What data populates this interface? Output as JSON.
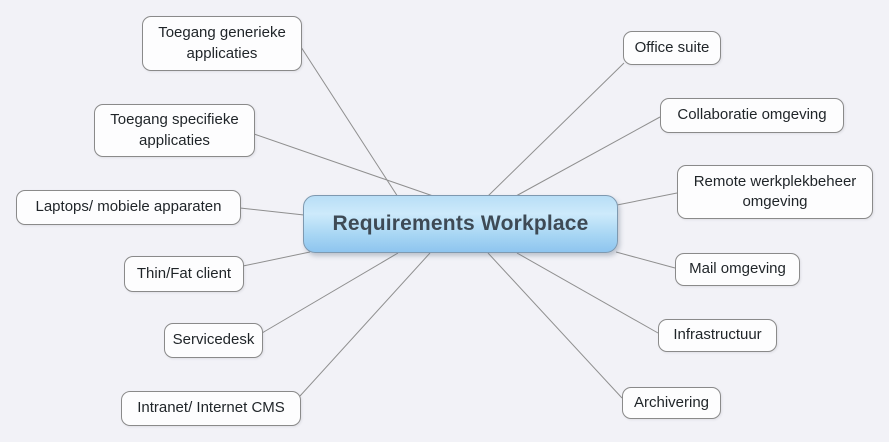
{
  "diagram": {
    "type": "mindmap",
    "central": {
      "id": "requirements-workplace",
      "label": "Requirements Workplace"
    },
    "nodes": [
      {
        "id": "toegang-generieke-applicaties",
        "side": "left",
        "label": "Toegang generieke\napplicaties"
      },
      {
        "id": "toegang-specifieke-applicaties",
        "side": "left",
        "label": "Toegang specifieke\napplicaties"
      },
      {
        "id": "laptops-mobiele-apparaten",
        "side": "left",
        "label": "Laptops/ mobiele apparaten"
      },
      {
        "id": "thin-fat-client",
        "side": "left",
        "label": "Thin/Fat client"
      },
      {
        "id": "servicedesk",
        "side": "left",
        "label": "Servicedesk"
      },
      {
        "id": "intranet-internet-cms",
        "side": "left",
        "label": "Intranet/ Internet CMS"
      },
      {
        "id": "office-suite",
        "side": "right",
        "label": "Office suite"
      },
      {
        "id": "collaboratie-omgeving",
        "side": "right",
        "label": "Collaboratie omgeving"
      },
      {
        "id": "remote-werkplekbeheer-omgeving",
        "side": "right",
        "label": "Remote werkplekbeheer\nomgeving"
      },
      {
        "id": "mail-omgeving",
        "side": "right",
        "label": "Mail omgeving"
      },
      {
        "id": "infrastructuur",
        "side": "right",
        "label": "Infrastructuur"
      },
      {
        "id": "archivering",
        "side": "right",
        "label": "Archivering"
      }
    ],
    "edges": [
      [
        "requirements-workplace",
        "toegang-generieke-applicaties"
      ],
      [
        "requirements-workplace",
        "toegang-specifieke-applicaties"
      ],
      [
        "requirements-workplace",
        "laptops-mobiele-apparaten"
      ],
      [
        "requirements-workplace",
        "thin-fat-client"
      ],
      [
        "requirements-workplace",
        "servicedesk"
      ],
      [
        "requirements-workplace",
        "intranet-internet-cms"
      ],
      [
        "requirements-workplace",
        "office-suite"
      ],
      [
        "requirements-workplace",
        "collaboratie-omgeving"
      ],
      [
        "requirements-workplace",
        "remote-werkplekbeheer-omgeving"
      ],
      [
        "requirements-workplace",
        "mail-omgeving"
      ],
      [
        "requirements-workplace",
        "infrastructuur"
      ],
      [
        "requirements-workplace",
        "archivering"
      ]
    ]
  },
  "colors": {
    "bg": "#f2f2f7",
    "line": "#8f8f8f",
    "node-bg": "#fdfdfe",
    "node-border": "#8a8a8a",
    "node-text": "#1f2428",
    "central-border": "#7e99b0",
    "central-text": "#3e4a55",
    "central-grad-top": "#b8def6",
    "central-grad-mid": "#cdeafb",
    "central-grad-low": "#a9d7f4",
    "central-grad-bottom": "#8ec5ef"
  }
}
